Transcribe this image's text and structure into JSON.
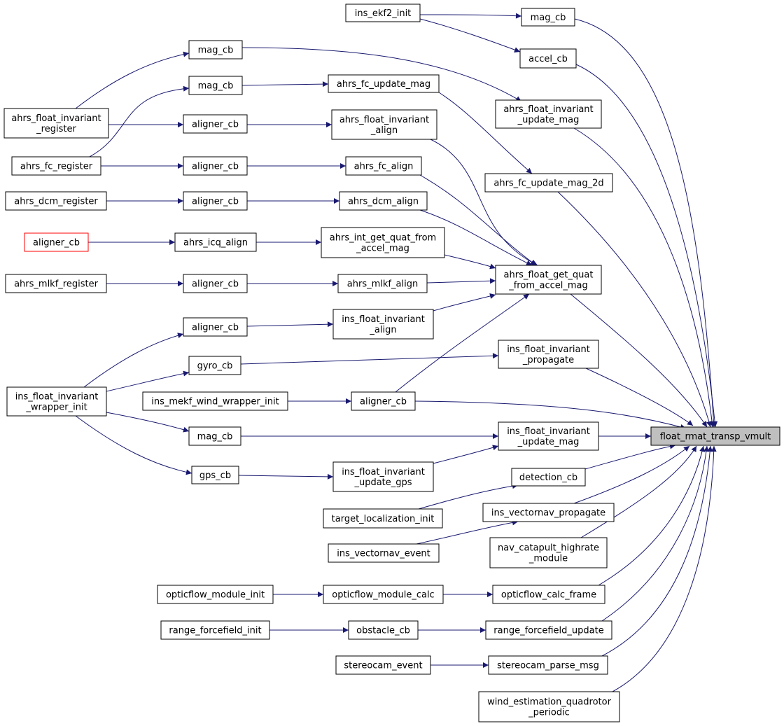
{
  "colors": {
    "edge": "#191970",
    "node_border": "#000000",
    "root_fill": "#bfbfbf",
    "highlight_border": "#ff0000"
  },
  "nodes": {
    "ins_ekf2_init": {
      "lines": [
        "ins_ekf2_init"
      ]
    },
    "mag_cb_a": {
      "lines": [
        "mag_cb"
      ]
    },
    "accel_cb": {
      "lines": [
        "accel_cb"
      ]
    },
    "mag_cb_b": {
      "lines": [
        "mag_cb"
      ]
    },
    "ahrs_float_invariant_update_mag": {
      "lines": [
        "ahrs_float_invariant",
        "_update_mag"
      ]
    },
    "ahrs_float_invariant_register": {
      "lines": [
        "ahrs_float_invariant",
        "_register"
      ]
    },
    "mag_cb_c": {
      "lines": [
        "mag_cb"
      ]
    },
    "ahrs_fc_update_mag": {
      "lines": [
        "ahrs_fc_update_mag"
      ]
    },
    "aligner_cb_1": {
      "lines": [
        "aligner_cb"
      ]
    },
    "ahrs_float_invariant_align": {
      "lines": [
        "ahrs_float_invariant",
        "_align"
      ]
    },
    "ahrs_fc_register": {
      "lines": [
        "ahrs_fc_register"
      ]
    },
    "aligner_cb_2": {
      "lines": [
        "aligner_cb"
      ]
    },
    "ahrs_fc_align": {
      "lines": [
        "ahrs_fc_align"
      ]
    },
    "ahrs_fc_update_mag_2d": {
      "lines": [
        "ahrs_fc_update_mag_2d"
      ]
    },
    "ahrs_dcm_register": {
      "lines": [
        "ahrs_dcm_register"
      ]
    },
    "aligner_cb_3": {
      "lines": [
        "aligner_cb"
      ]
    },
    "ahrs_dcm_align": {
      "lines": [
        "ahrs_dcm_align"
      ]
    },
    "aligner_cb_red": {
      "lines": [
        "aligner_cb"
      ]
    },
    "ahrs_icq_align": {
      "lines": [
        "ahrs_icq_align"
      ]
    },
    "ahrs_int_get_quat": {
      "lines": [
        "ahrs_int_get_quat_from",
        "_accel_mag"
      ]
    },
    "ahrs_float_get_quat": {
      "lines": [
        "ahrs_float_get_quat",
        "_from_accel_mag"
      ]
    },
    "ahrs_mlkf_register": {
      "lines": [
        "ahrs_mlkf_register"
      ]
    },
    "aligner_cb_4": {
      "lines": [
        "aligner_cb"
      ]
    },
    "ahrs_mlkf_align": {
      "lines": [
        "ahrs_mlkf_align"
      ]
    },
    "aligner_cb_5": {
      "lines": [
        "aligner_cb"
      ]
    },
    "ins_float_invariant_align": {
      "lines": [
        "ins_float_invariant",
        "_align"
      ]
    },
    "gyro_cb": {
      "lines": [
        "gyro_cb"
      ]
    },
    "ins_float_invariant_propagate": {
      "lines": [
        "ins_float_invariant",
        "_propagate"
      ]
    },
    "ins_float_invariant_wrapper_init": {
      "lines": [
        "ins_float_invariant",
        "_wrapper_init"
      ]
    },
    "ins_mekf_wind_wrapper_init": {
      "lines": [
        "ins_mekf_wind_wrapper_init"
      ]
    },
    "aligner_cb_6": {
      "lines": [
        "aligner_cb"
      ]
    },
    "mag_cb_d": {
      "lines": [
        "mag_cb"
      ]
    },
    "ins_float_invariant_update_mag": {
      "lines": [
        "ins_float_invariant",
        "_update_mag"
      ]
    },
    "float_rmat_transp_vmult": {
      "lines": [
        "float_rmat_transp_vmult"
      ]
    },
    "gps_cb": {
      "lines": [
        "gps_cb"
      ]
    },
    "ins_float_invariant_update_gps": {
      "lines": [
        "ins_float_invariant",
        "_update_gps"
      ]
    },
    "detection_cb": {
      "lines": [
        "detection_cb"
      ]
    },
    "target_localization_init": {
      "lines": [
        "target_localization_init"
      ]
    },
    "ins_vectornav_propagate": {
      "lines": [
        "ins_vectornav_propagate"
      ]
    },
    "ins_vectornav_event": {
      "lines": [
        "ins_vectornav_event"
      ]
    },
    "nav_catapult_highrate_module": {
      "lines": [
        "nav_catapult_highrate",
        "_module"
      ]
    },
    "opticflow_module_init": {
      "lines": [
        "opticflow_module_init"
      ]
    },
    "opticflow_module_calc": {
      "lines": [
        "opticflow_module_calc"
      ]
    },
    "opticflow_calc_frame": {
      "lines": [
        "opticflow_calc_frame"
      ]
    },
    "range_forcefield_init": {
      "lines": [
        "range_forcefield_init"
      ]
    },
    "obstacle_cb": {
      "lines": [
        "obstacle_cb"
      ]
    },
    "range_forcefield_update": {
      "lines": [
        "range_forcefield_update"
      ]
    },
    "stereocam_event": {
      "lines": [
        "stereocam_event"
      ]
    },
    "stereocam_parse_msg": {
      "lines": [
        "stereocam_parse_msg"
      ]
    },
    "wind_estimation_quadrotor_periodic": {
      "lines": [
        "wind_estimation_quadrotor",
        "_periodic"
      ]
    }
  }
}
